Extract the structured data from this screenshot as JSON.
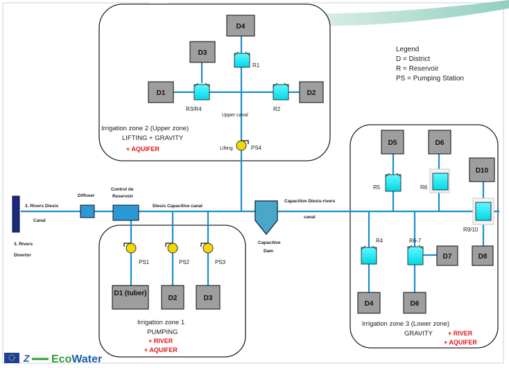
{
  "legend": {
    "title": "Legend",
    "items": [
      "D = District",
      "R = Reservoir",
      "PS = Pumping Station"
    ]
  },
  "zone2": {
    "title_line1": "Irrigation zone 2 (Upper zone)",
    "title_line2": "LIFTING + GRAVITY",
    "source": "+ AQUIFER",
    "districts": [
      "D4",
      "D3",
      "D1",
      "D2"
    ],
    "reservoirs": [
      "R3/R4",
      "R1",
      "R2"
    ],
    "canal": "Upper canal",
    "pump": "PS4",
    "pump_prefix": "Lifting"
  },
  "zone1": {
    "title_line1": "Irrigation zone 1",
    "title_line2": "PUMPING",
    "sources": [
      "+ RIVER",
      "+ AQUIFER"
    ],
    "pumps": [
      "PS1",
      "PS2",
      "PS3"
    ],
    "districts": [
      "D1 (tuber)",
      "D2",
      "D3"
    ]
  },
  "zone3": {
    "title_line1": "Irrigation zone 3 (Lower zone)",
    "title_line2": "GRAVITY",
    "sources": [
      "+ RIVER",
      "+ AQUIFER"
    ],
    "districts": [
      "D5",
      "D6",
      "D10",
      "D4",
      "D6",
      "D7",
      "D8"
    ],
    "reservoirs": [
      "R5",
      "R6",
      "R9/10",
      "R4",
      "R6-7"
    ]
  },
  "main": {
    "river_label": "3. Rivers Diesis",
    "canal_label": "Canal",
    "bottom_label1": "3. Rivers",
    "bottom_label2": "Divertor",
    "diffuser": "Diffuser",
    "control_label1": "Control de",
    "control_label2": "Reservoir",
    "diesis_canal": "Diesis Capacitive canal",
    "capacitive_canal": "Capacitive Diesis-rivers",
    "canal_word": "canal",
    "dam_label1": "Capacitive",
    "dam_label2": "Dam"
  },
  "footer": {
    "brand_eco": "Eco",
    "brand_water": "Water"
  },
  "colors": {
    "water": "#00ffff",
    "pipe": "#1a8ccc",
    "accent_red": "#e0161b",
    "brand_green": "#2b9a3a",
    "brand_blue": "#1b5ea8"
  }
}
